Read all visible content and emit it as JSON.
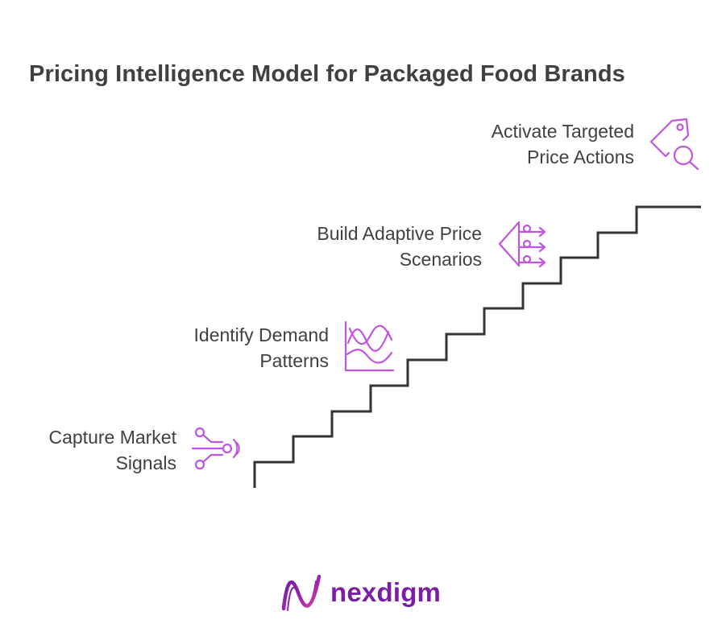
{
  "title": "Pricing Intelligence Model for Packaged Food Brands",
  "steps": [
    {
      "line1": "Capture Market",
      "line2": "Signals",
      "icon": "signals-icon"
    },
    {
      "line1": "Identify Demand",
      "line2": "Patterns",
      "icon": "wave-chart-icon"
    },
    {
      "line1": "Build Adaptive Price",
      "line2": "Scenarios",
      "icon": "scenario-branch-icon"
    },
    {
      "line1": "Activate Targeted",
      "line2": "Price Actions",
      "icon": "price-tag-search-icon"
    }
  ],
  "brand": {
    "name": "nexdigm",
    "logo": "nexdigm-logo-icon"
  },
  "colors": {
    "text": "#404040",
    "icon": "#c054e0",
    "stairs": "#333333",
    "brand": "#7a1fa2"
  }
}
